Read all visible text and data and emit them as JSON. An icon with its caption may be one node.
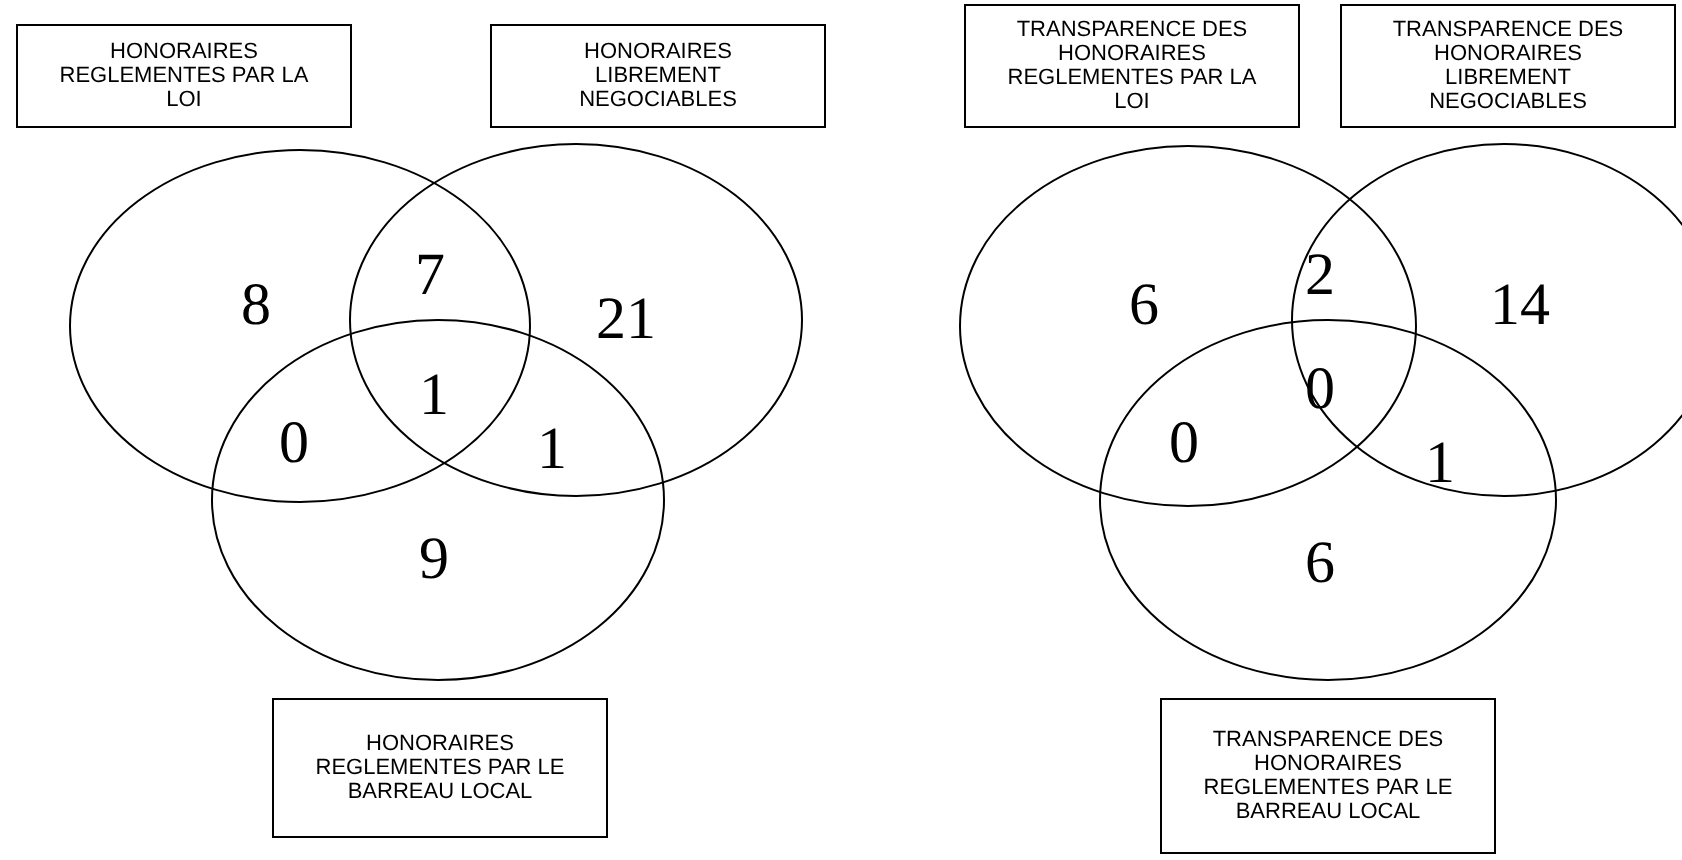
{
  "diagram": {
    "nodes": [
      {
        "text": [
          "HONORAIRES REGLEMENTES PAR LA LOI"
        ]
      },
      {
        "text": [
          "HONORAIRES LIBREMENT NEGOCIABLES"
        ]
      },
      {
        "text": [],
        "shape": "ellipse"
      },
      {
        "text": [],
        "shape": "ellipse"
      },
      {
        "text": [],
        "shape": "ellipse"
      },
      {
        "text": [
          "HONORAIRES REGLEMENTES PAR LE BARREAU LOCAL"
        ]
      },
      {
        "text": [
          "TRANSPARENCE DES HONORAIRES REGLEMENTES PAR LA LOI"
        ]
      },
      {
        "text": [
          "TRANSPARENCE DES HONORAIRES LIBREMENT NEGOCIABLES"
        ]
      },
      {
        "text": [],
        "shape": "ellipse"
      },
      {
        "text": [],
        "shape": "ellipse"
      },
      {
        "text": [],
        "shape": "ellipse"
      },
      {
        "text": [
          "TRANSPARENCE DES HONORAIRES REGLEMENTES PAR LE BARREAU LOCAL"
        ]
      }
    ],
    "labels": [
      "8",
      "7",
      "21",
      "1",
      "0",
      "1",
      "9",
      "6",
      "2",
      "14",
      "0",
      "0",
      "1",
      "6"
    ]
  }
}
